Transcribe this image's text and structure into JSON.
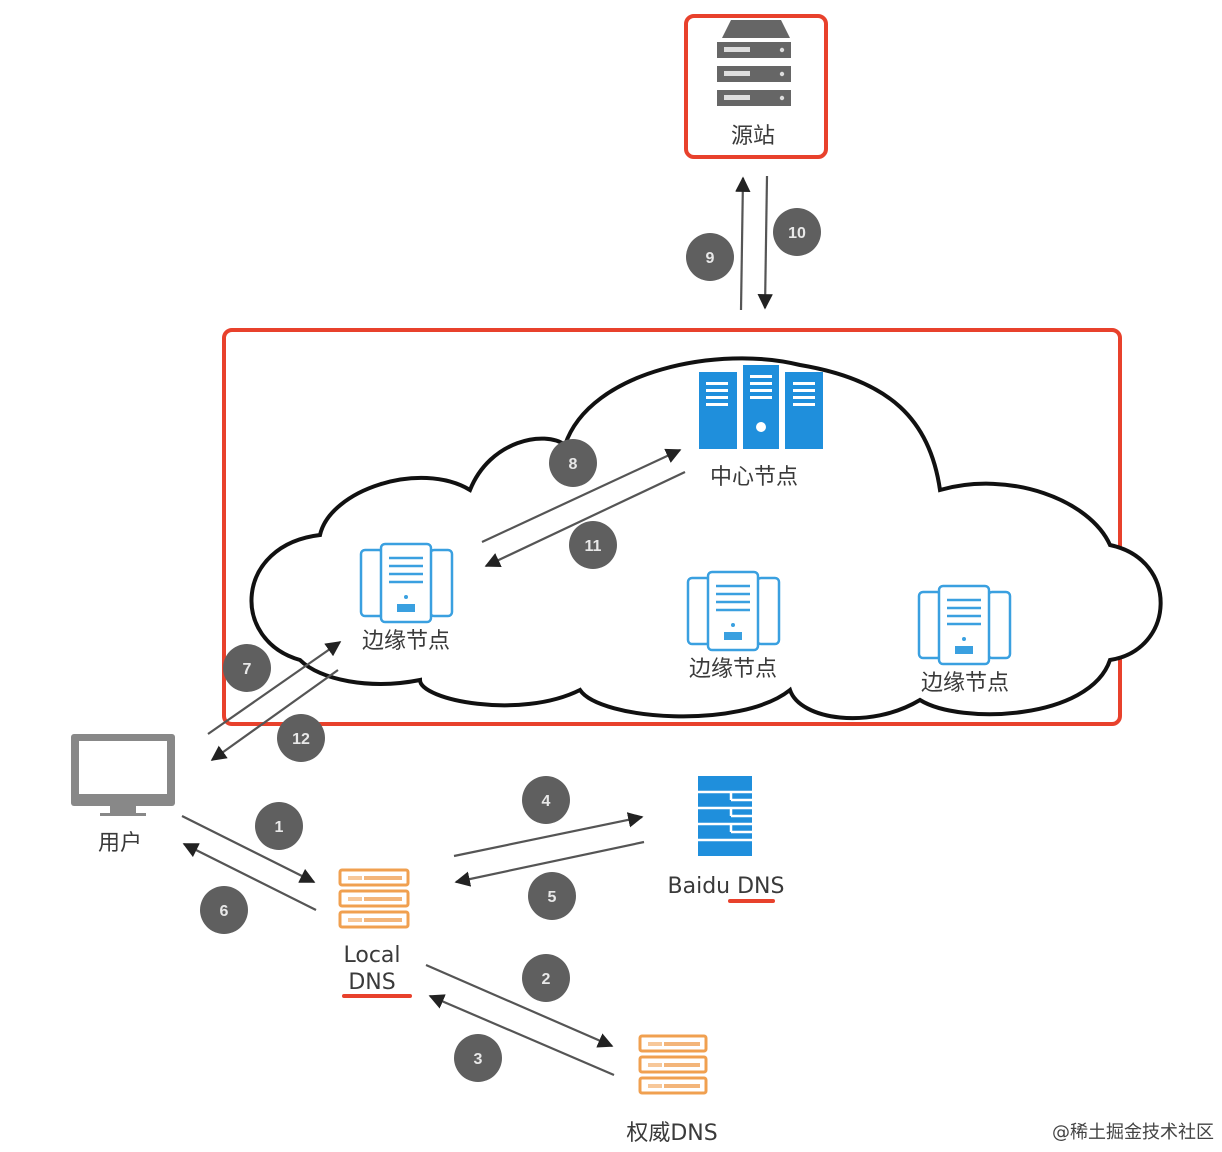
{
  "diagram": {
    "type": "CDN request flow",
    "colors": {
      "highlight": "#e8412c",
      "step_circle": "#5f5f5f",
      "arrow": "#555555",
      "blue_server": "#1f8fdc",
      "orange_server": "#f0a050",
      "gray_server": "#666666",
      "cloud_stroke": "#111111"
    },
    "nodes": {
      "origin": {
        "label": "源站",
        "icon": "server-rack-icon",
        "highlighted": true
      },
      "center": {
        "label": "中心节点",
        "icon": "server-cluster-icon"
      },
      "edge1": {
        "label": "边缘节点",
        "icon": "edge-server-icon"
      },
      "edge2": {
        "label": "边缘节点",
        "icon": "edge-server-icon"
      },
      "edge3": {
        "label": "边缘节点",
        "icon": "edge-server-icon"
      },
      "user": {
        "label": "用户",
        "icon": "monitor-icon"
      },
      "local_dns": {
        "label_line1": "Local",
        "label_line2": "DNS",
        "icon": "dns-server-icon",
        "underlined": true
      },
      "baidu_dns": {
        "label_prefix": "Baidu ",
        "label_underlined": "DNS",
        "icon": "dns-server-icon"
      },
      "auth_dns": {
        "label": "权威DNS",
        "icon": "dns-server-icon"
      }
    },
    "cdn_box_highlighted": true,
    "steps": [
      {
        "num": "1",
        "from": "user",
        "to": "local_dns"
      },
      {
        "num": "2",
        "from": "local_dns",
        "to": "auth_dns"
      },
      {
        "num": "3",
        "from": "auth_dns",
        "to": "local_dns"
      },
      {
        "num": "4",
        "from": "local_dns",
        "to": "baidu_dns"
      },
      {
        "num": "5",
        "from": "baidu_dns",
        "to": "local_dns"
      },
      {
        "num": "6",
        "from": "local_dns",
        "to": "user"
      },
      {
        "num": "7",
        "from": "user",
        "to": "edge1"
      },
      {
        "num": "8",
        "from": "edge1",
        "to": "center"
      },
      {
        "num": "9",
        "from": "center",
        "to": "origin"
      },
      {
        "num": "10",
        "from": "origin",
        "to": "center"
      },
      {
        "num": "11",
        "from": "center",
        "to": "edge1"
      },
      {
        "num": "12",
        "from": "edge1",
        "to": "user"
      }
    ]
  },
  "watermark": "@稀土掘金技术社区"
}
